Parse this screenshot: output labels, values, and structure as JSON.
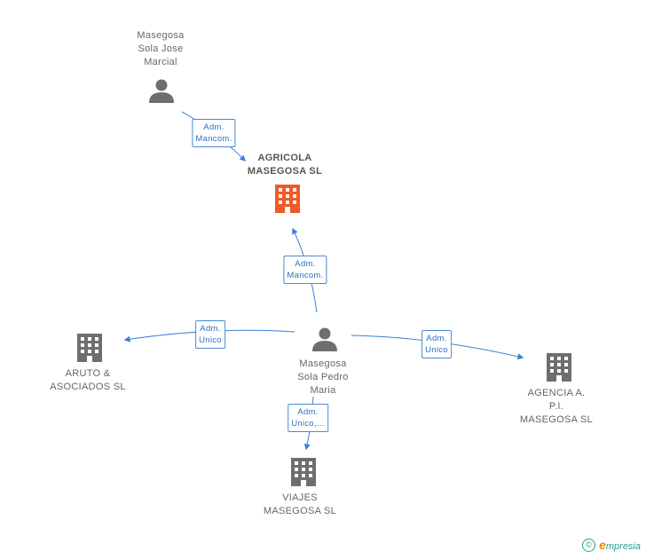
{
  "nodes": {
    "jose": {
      "label": "Masegosa\nSola Jose\nMarcial",
      "type": "person"
    },
    "agricola": {
      "label": "AGRICOLA\nMASEGOSA SL",
      "type": "company-main"
    },
    "pedro": {
      "label": "Masegosa\nSola Pedro\nMaria",
      "type": "person"
    },
    "aruto": {
      "label": "ARUTO &\nASOCIADOS SL",
      "type": "company"
    },
    "agencia": {
      "label": "AGENCIA A.\nP.I.\nMASEGOSA SL",
      "type": "company"
    },
    "viajes": {
      "label": "VIAJES\nMASEGOSA SL",
      "type": "company"
    }
  },
  "edges": {
    "jose_agricola": {
      "label": "Adm.\nMancom."
    },
    "pedro_agricola": {
      "label": "Adm.\nMancom."
    },
    "pedro_aruto": {
      "label": "Adm.\nUnico"
    },
    "pedro_agencia": {
      "label": "Adm.\nUnico"
    },
    "pedro_viajes": {
      "label": "Adm.\nUnico,..."
    }
  },
  "brand": {
    "copyright": "©",
    "initial": "e",
    "name": "mpresia"
  },
  "colors": {
    "edge": "#3b7fd8",
    "person": "#6e6e6e",
    "company": "#6e6e6e",
    "main_company": "#f05a28"
  }
}
